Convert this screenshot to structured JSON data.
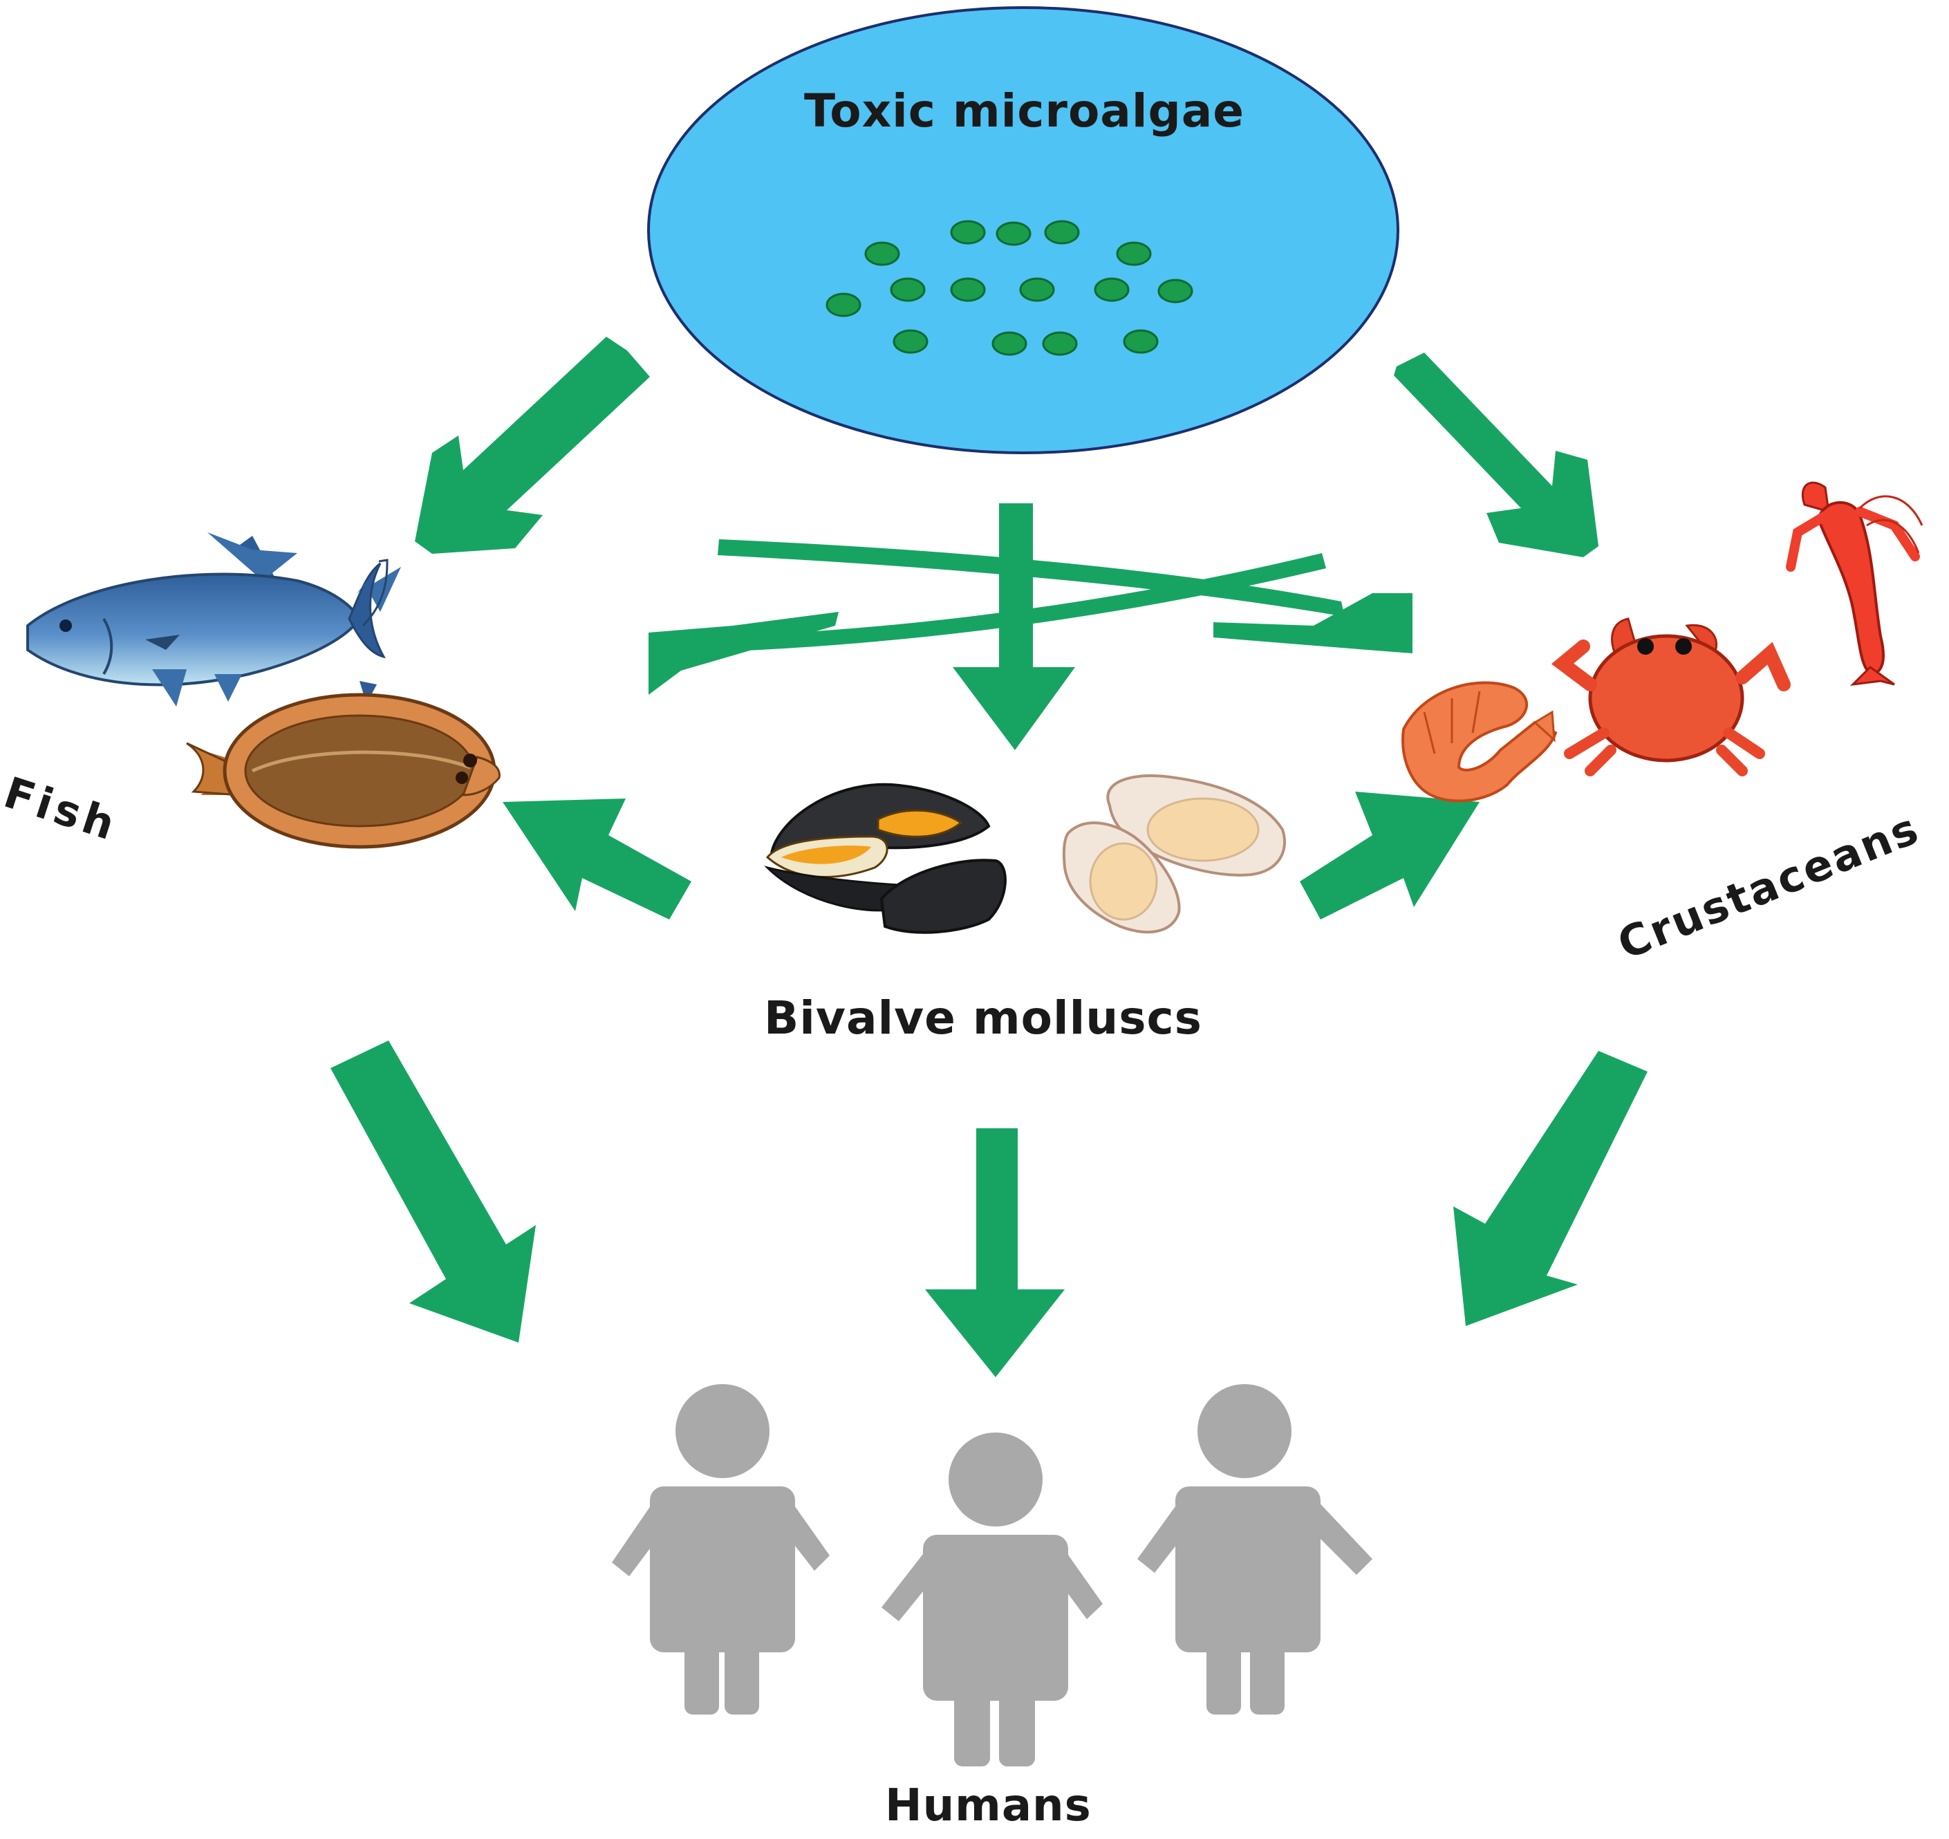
{
  "labels": {
    "source": "Toxic microalgae",
    "fish": "Fish",
    "bivalves": "Bivalve molluscs",
    "crustaceans": "Crustaceans",
    "humans": "Humans"
  },
  "colors": {
    "water": "#4fc3f4",
    "outline": "#1c2f6e",
    "algae": "#1a9c4a",
    "arrow": "#17a463",
    "human": "#a9a9a9"
  },
  "icons": [
    "tuna-icon",
    "flounder-icon",
    "mussel-icon",
    "oyster-icon",
    "shrimp-icon",
    "crab-icon",
    "crayfish-icon",
    "person-icon"
  ]
}
